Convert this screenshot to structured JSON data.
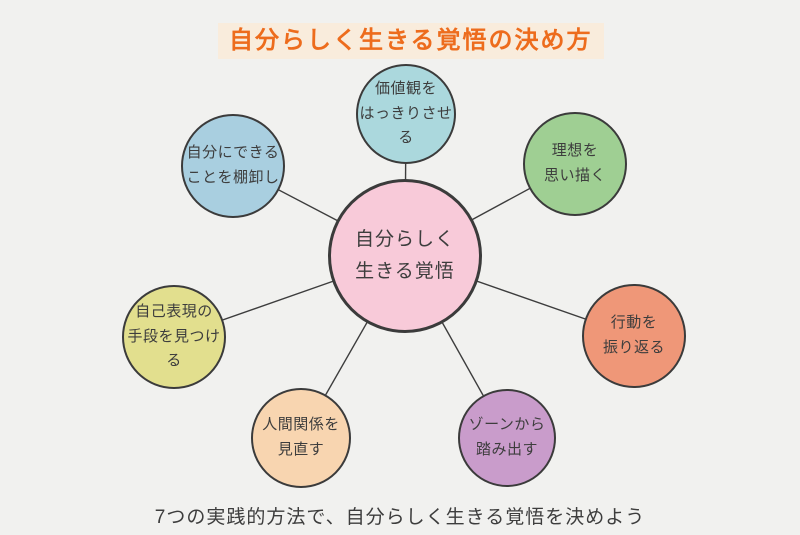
{
  "page": {
    "title": "自分らしく生きる覚悟の決め方",
    "footer": "7つの実践的方法で、自分らしく生きる覚悟を決めよう",
    "background_color": "#f1f1ef",
    "title_color": "#ed6c1d",
    "title_bg_color": "#f9ecdc",
    "text_color": "#3d3d3d",
    "line_color": "#3d3d3d"
  },
  "diagram": {
    "center": {
      "id": "center-theme",
      "label": "自分らしく\n生きる覚悟",
      "color": "#f8cad9"
    },
    "nodes": [
      {
        "id": "values",
        "label": "価値観を\nはっきりさせる",
        "color": "#abd8dd"
      },
      {
        "id": "ideal",
        "label": "理想を\n思い描く",
        "color": "#9fcf93"
      },
      {
        "id": "action",
        "label": "行動を\n振り返る",
        "color": "#ef9778"
      },
      {
        "id": "zone",
        "label": "ゾーンから\n踏み出す",
        "color": "#c99ccb"
      },
      {
        "id": "relationships",
        "label": "人間関係を\n見直す",
        "color": "#f8d5b0"
      },
      {
        "id": "expression",
        "label": "自己表現の\n手段を見つける",
        "color": "#e2df8e"
      },
      {
        "id": "inventory",
        "label": "自分にできる\nことを棚卸し",
        "color": "#a9cfe0"
      }
    ]
  }
}
